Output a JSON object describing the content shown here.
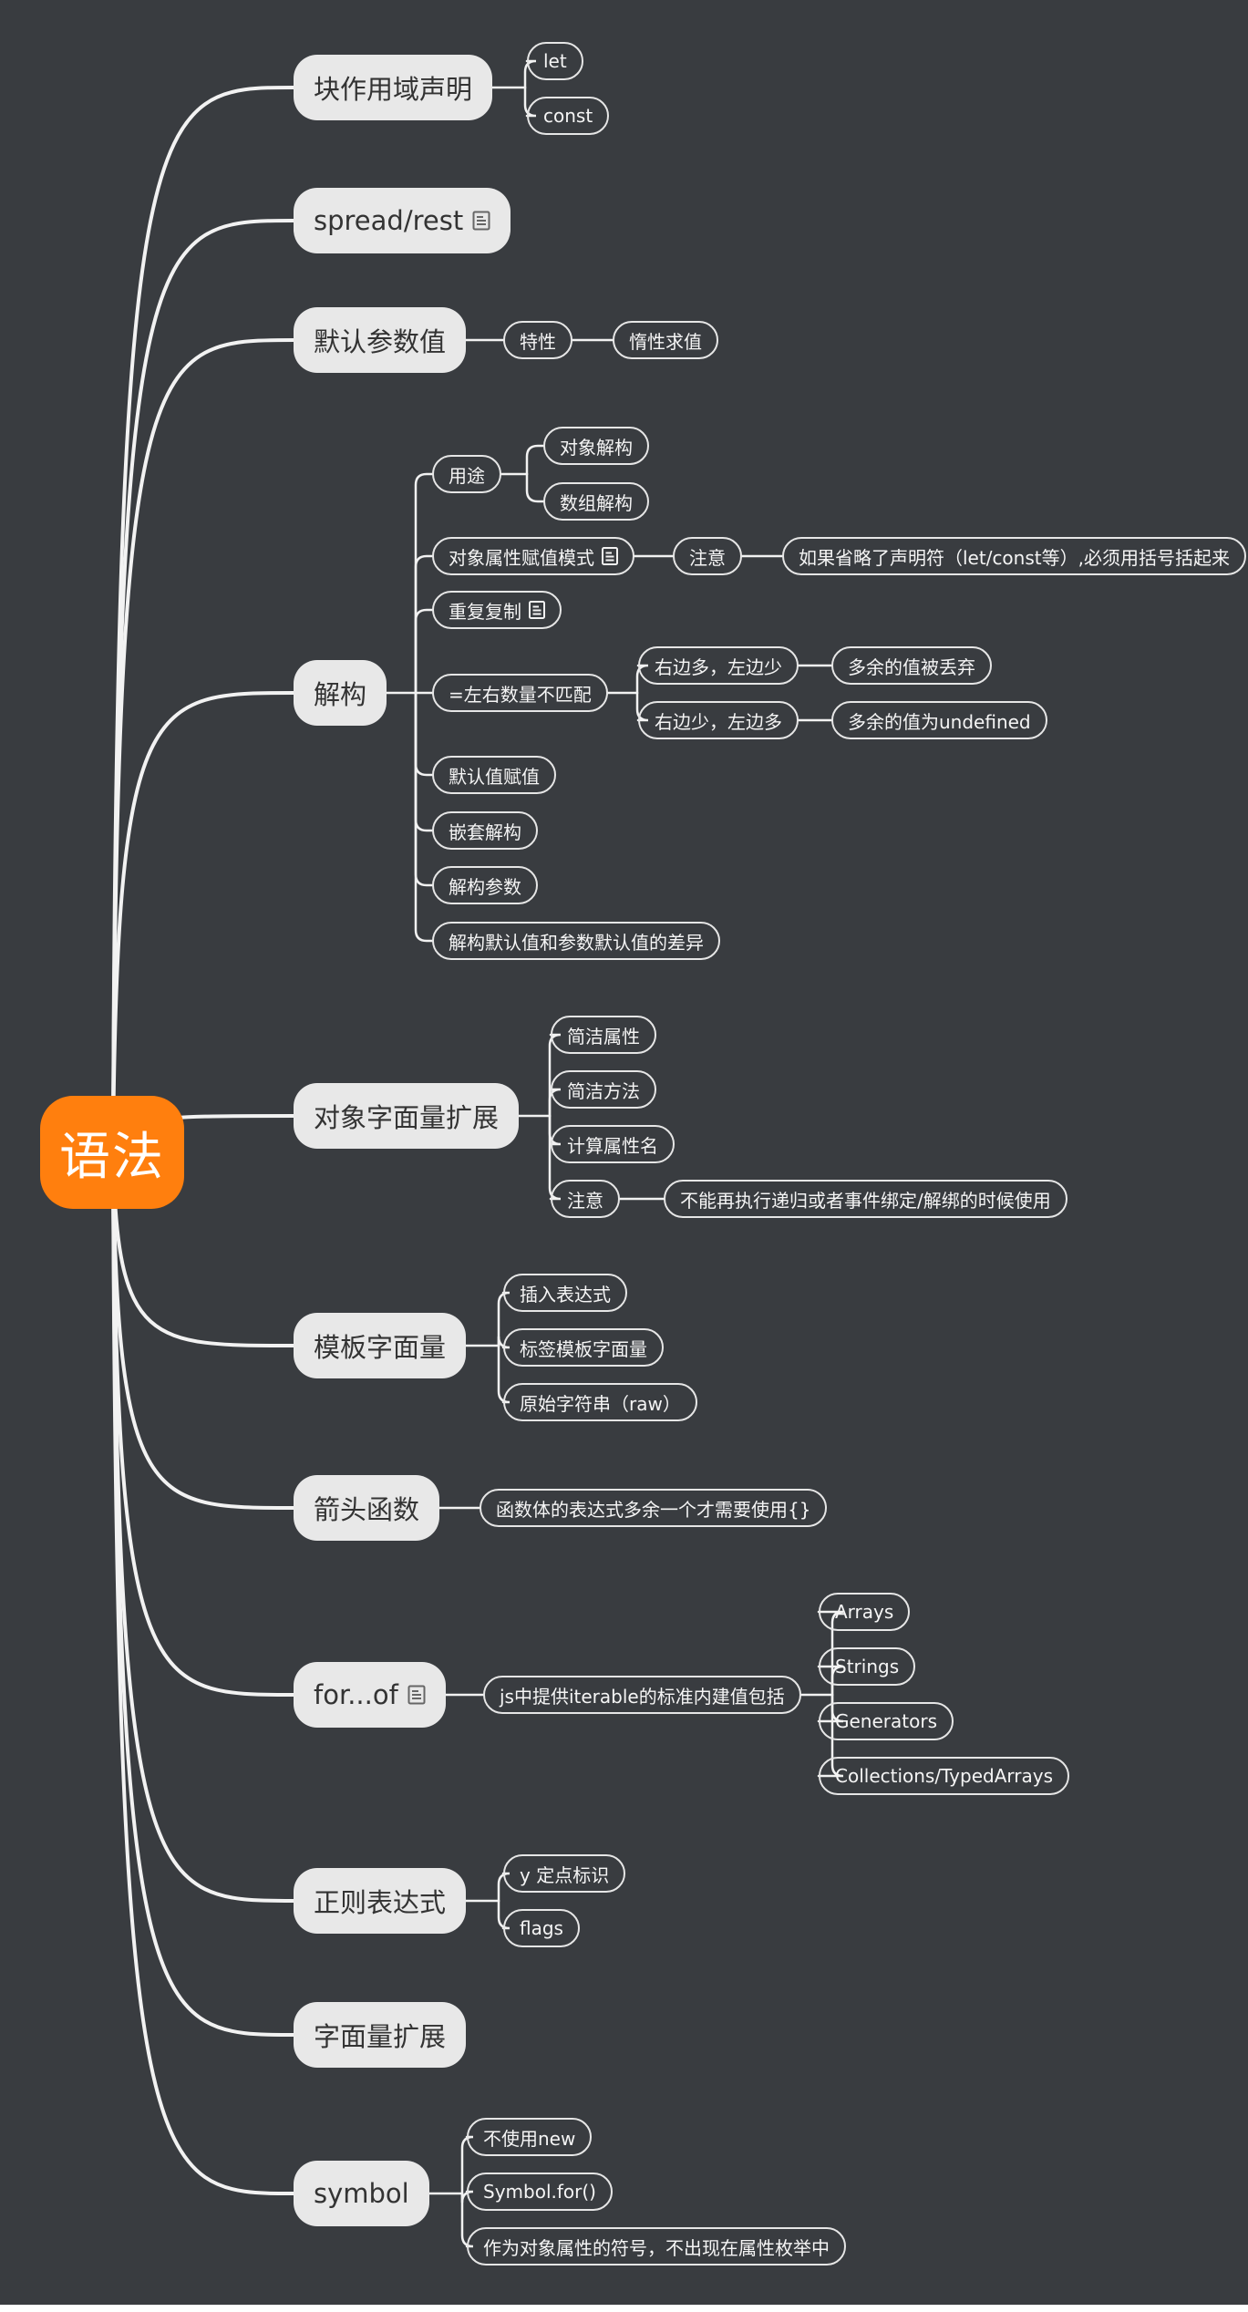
{
  "root": {
    "label": "语法",
    "color": "#ff7f0e"
  },
  "colors": {
    "background": "#393c40",
    "line": "#f2f2f2",
    "topic_fill": "#e8e8e8",
    "topic_text": "#333333",
    "note_icon": "#666666"
  },
  "topics": [
    {
      "label": "块作用域声明",
      "children": [
        "let",
        "const"
      ]
    },
    {
      "label": "spread/rest",
      "icon": "note-icon"
    },
    {
      "label": "默认参数值",
      "children": [
        "特性"
      ],
      "grandchildren": {
        "特性": [
          "惰性求值"
        ]
      }
    },
    {
      "label": "解构",
      "children": [
        "用途",
        "对象属性赋值模式",
        "重复复制",
        "=左右数量不匹配",
        "默认值赋值",
        "嵌套解构",
        "解构参数",
        "解构默认值和参数默认值的差异"
      ],
      "details": {
        "用途": [
          "对象解构",
          "数组解构"
        ],
        "对象属性赋值模式": [
          "注意"
        ],
        "注意": [
          "如果省略了声明符（let/const等）,必须用括号括起来"
        ],
        "=左右数量不匹配": [
          "右边多，左边少",
          "右边少，左边多"
        ],
        "右边多，左边少": [
          "多余的值被丢弃"
        ],
        "右边少，左边多": [
          "多余的值为undefined"
        ]
      }
    },
    {
      "label": "对象字面量扩展",
      "children": [
        "简洁属性",
        "简洁方法",
        "计算属性名",
        "注意"
      ],
      "details": {
        "注意": [
          "不能再执行递归或者事件绑定/解绑的时候使用"
        ]
      }
    },
    {
      "label": "模板字面量",
      "children": [
        "插入表达式",
        "标签模板字面量",
        "原始字符串（raw）"
      ]
    },
    {
      "label": "箭头函数",
      "children": [
        "函数体的表达式多余一个才需要使用{}"
      ]
    },
    {
      "label": "for...of",
      "icon": "note-icon",
      "children": [
        "js中提供iterable的标准内建值包括"
      ],
      "details": {
        "js中提供iterable的标准内建值包括": [
          "Arrays",
          "Strings",
          "Generators",
          "Collections/TypedArrays"
        ]
      }
    },
    {
      "label": "正则表达式",
      "children": [
        "y  定点标识",
        "flags"
      ]
    },
    {
      "label": "字面量扩展"
    },
    {
      "label": "symbol",
      "children": [
        "不使用new",
        "Symbol.for()",
        "作为对象属性的符号，不出现在属性枚举中"
      ]
    }
  ]
}
